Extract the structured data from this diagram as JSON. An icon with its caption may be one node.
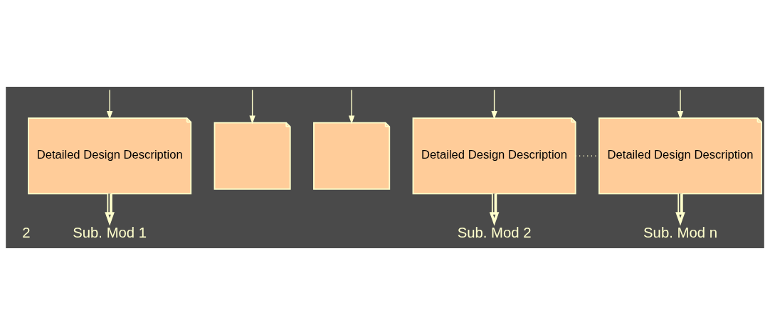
{
  "diagram": {
    "nodes": [
      {
        "text": [
          "Detailed Design Description"
        ]
      },
      {
        "text": [],
        "shape": "document"
      },
      {
        "text": [],
        "shape": "document"
      },
      {
        "text": [
          "Detailed Design Description"
        ]
      },
      {
        "text": [
          "Detailed Design Description"
        ]
      },
      {
        "text": [
          "Sub. Mod 1"
        ]
      },
      {
        "text": [
          "Sub. Mod 2"
        ]
      },
      {
        "text": [
          "Sub. Mod n"
        ]
      }
    ],
    "edges": [
      {
        "from": null,
        "to": 0,
        "arrow": "to"
      },
      {
        "from": null,
        "to": 1,
        "arrow": "to"
      },
      {
        "from": null,
        "to": 2,
        "arrow": "to"
      },
      {
        "from": null,
        "to": 3,
        "arrow": "to"
      },
      {
        "from": null,
        "to": 4,
        "arrow": "to"
      },
      {
        "from": 3,
        "to": 4,
        "arrow": "none",
        "style": "dashed"
      },
      {
        "from": 0,
        "to": 5,
        "arrow": "to",
        "style": "thick"
      },
      {
        "from": 3,
        "to": 6,
        "arrow": "to",
        "style": "thick"
      },
      {
        "from": 4,
        "to": 7,
        "arrow": "to",
        "style": "thick"
      }
    ],
    "labels": [
      "2"
    ]
  }
}
